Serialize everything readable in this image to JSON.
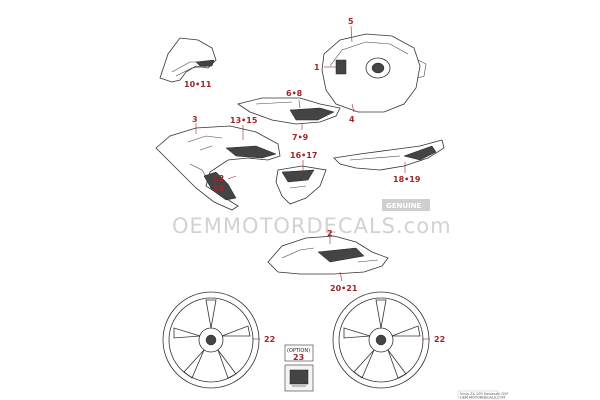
{
  "callouts": {
    "c1": "1",
    "c2": "2",
    "c3": "3",
    "c4": "4",
    "c5": "5",
    "c6_8": "6•8",
    "c7_9": "7•9",
    "c10_11": "10•11",
    "c12": "12",
    "c13_15": "13•15",
    "c14": "14",
    "c16_17": "16•17",
    "c18_19": "18•19",
    "c20_21": "20•21",
    "c22a": "22",
    "c22b": "22",
    "c23": "23"
  },
  "option_label": "(OPTION)",
  "watermark": {
    "main": "OEMMOTORDECALS.com",
    "box": "GENUINE"
  },
  "footer_text": "Ninja ZX-10R Kawasaki DXF",
  "footer_sub": "OEM MOTORDECALS.COM",
  "colors": {
    "callout": "#a0262a",
    "watermark": "#d2d2d2",
    "line": "#333333"
  }
}
